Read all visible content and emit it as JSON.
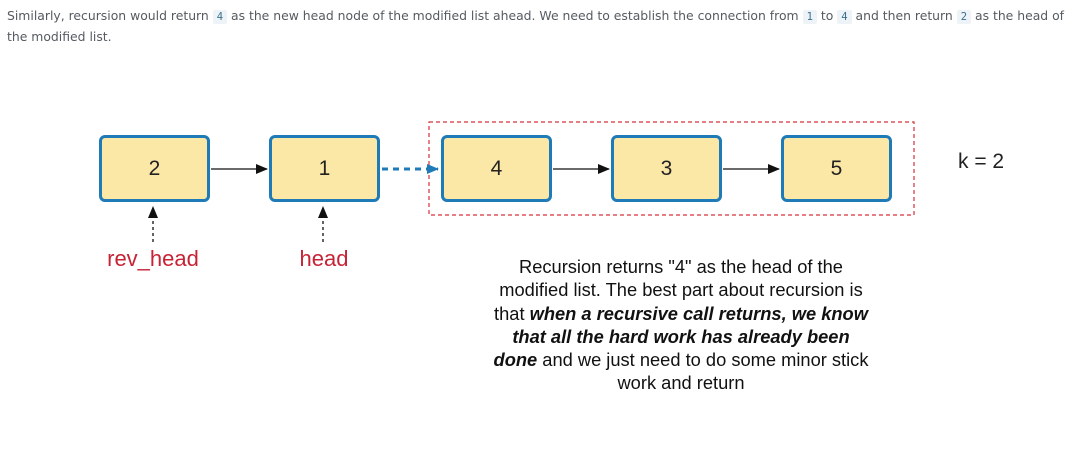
{
  "paragraph": {
    "t1": "Similarly, recursion would return ",
    "c1": "4",
    "t2": " as the new head node of the modified list ahead. We need to establish the connection from ",
    "c2": "1",
    "t3": " to ",
    "c3": "4",
    "t4": " and then return ",
    "c4": "2",
    "t5": " as the head of the modified list."
  },
  "diagram": {
    "nodes": [
      "2",
      "1",
      "4",
      "3",
      "5"
    ],
    "labels": {
      "rev_head": "rev_head",
      "head": "head"
    },
    "k_label": "k = 2",
    "colors": {
      "node_fill": "#fbe7a6",
      "node_border": "#1f7ab8",
      "label_red": "#c72336",
      "dashed_box": "#d8303b",
      "dashed_arrow": "#1f7ab8"
    }
  },
  "note": {
    "p1": "Recursion returns \"4\" as the head of the modified list. The best part about recursion is that ",
    "bold": "when a recursive call returns, we know that all the hard work has already been done",
    "p2": " and we just need to do some minor stick work and return"
  }
}
